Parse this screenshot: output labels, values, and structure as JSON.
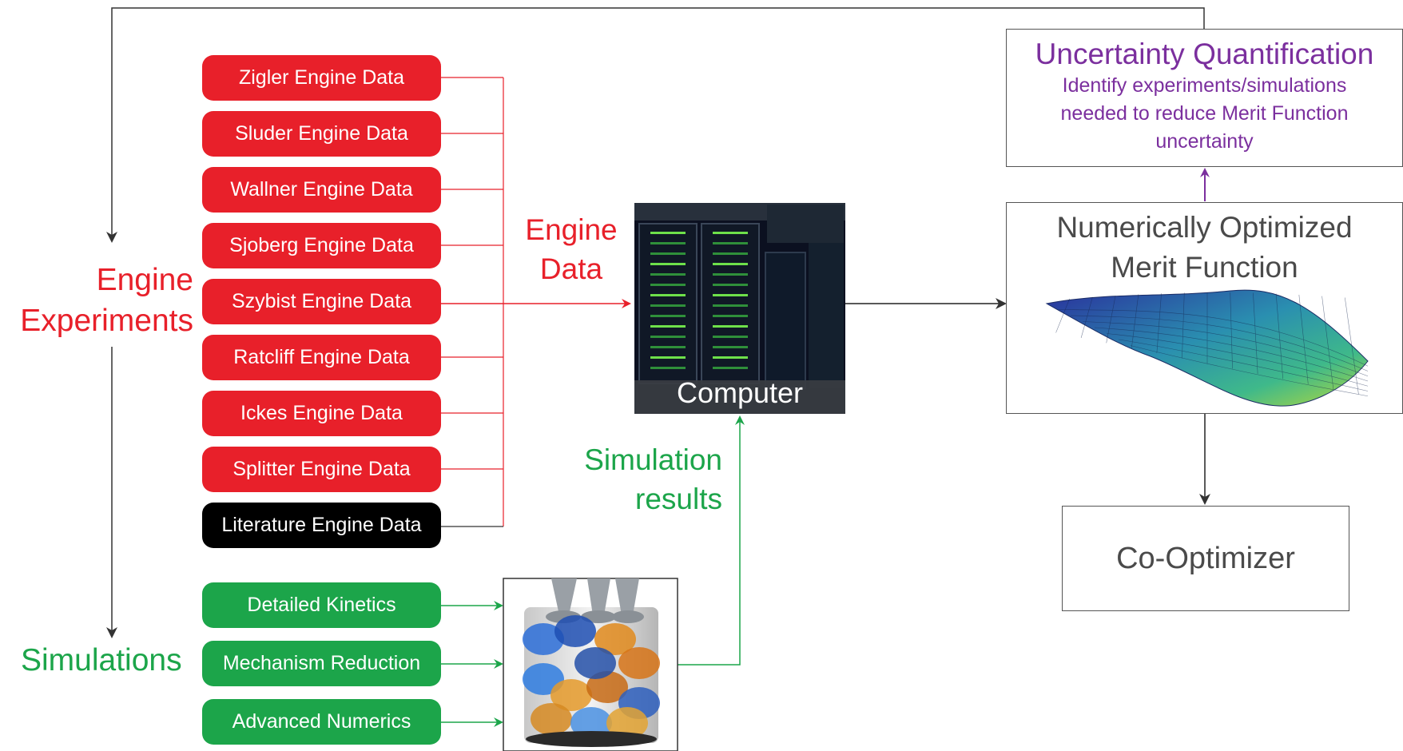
{
  "colors": {
    "engine_red": "#e8202a",
    "sim_green": "#1ca54a",
    "uq_purple": "#7b2f9e",
    "line_dark": "#333333",
    "text_gray": "#4a4a4a"
  },
  "left_labels": {
    "engine_experiments_line1": "Engine",
    "engine_experiments_line2": "Experiments",
    "simulations": "Simulations"
  },
  "engine_data_items": [
    {
      "label": "Zigler Engine Data"
    },
    {
      "label": "Sluder Engine Data"
    },
    {
      "label": "Wallner Engine Data"
    },
    {
      "label": "Sjoberg Engine Data"
    },
    {
      "label": "Szybist Engine Data"
    },
    {
      "label": "Ratcliff Engine Data"
    },
    {
      "label": "Ickes Engine Data"
    },
    {
      "label": "Splitter Engine Data"
    },
    {
      "label": "Literature Engine Data"
    }
  ],
  "simulation_items": [
    {
      "label": "Detailed Kinetics"
    },
    {
      "label": "Mechanism Reduction"
    },
    {
      "label": "Advanced Numerics"
    }
  ],
  "engine_data_arrow_label": {
    "line1": "Engine",
    "line2": "Data"
  },
  "simulation_results_label": {
    "line1": "Simulation",
    "line2": "results"
  },
  "computer": {
    "label": "Computer"
  },
  "merit_function": {
    "line1": "Numerically Optimized",
    "line2": "Merit Function"
  },
  "uncertainty": {
    "title": "Uncertainty Quantification",
    "line1": "Identify experiments/simulations",
    "line2": "needed to reduce Merit Function",
    "line3": "uncertainty"
  },
  "co_optimizer": {
    "label": "Co-Optimizer"
  }
}
